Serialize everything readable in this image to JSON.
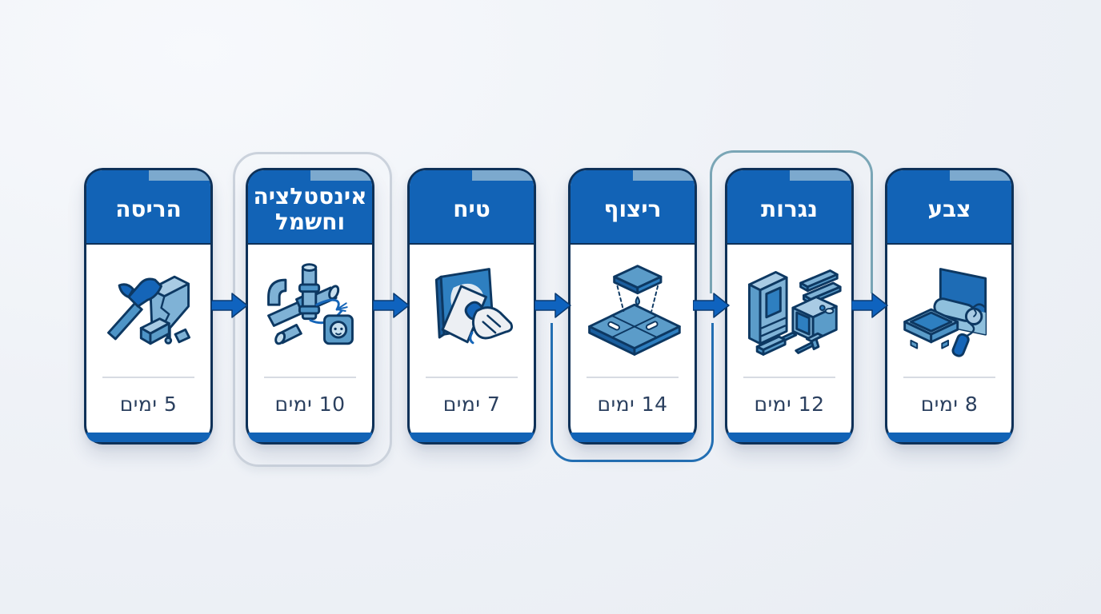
{
  "infographic": {
    "language": "he",
    "flow": {
      "direction": "left-to-right",
      "arrow_count": 5
    },
    "stages": [
      {
        "name": "הריסה",
        "duration": "5 ימים",
        "icon": "demolition-hammer-icon"
      },
      {
        "name": "אינסטלציה וחשמל",
        "duration": "10 ימים",
        "icon": "plumbing-electric-icon"
      },
      {
        "name": "טיח",
        "duration": "7 ימים",
        "icon": "plaster-trowel-icon"
      },
      {
        "name": "ריצוף",
        "duration": "14 ימים",
        "icon": "floor-tiling-icon"
      },
      {
        "name": "נגרות",
        "duration": "12 ימים",
        "icon": "carpentry-icon"
      },
      {
        "name": "צבע",
        "duration": "8 ימים",
        "icon": "paint-roller-icon"
      }
    ],
    "colors": {
      "header_blue": "#1263b6",
      "accent_strip": "#7ca9ce",
      "card_border_navy": "#0e3158",
      "arrow_blue": "#0f63bf",
      "duration_text": "#2b405f",
      "background": "#eff2f7",
      "outline_gray": "#cbd2dc",
      "outline_teal": "#7aa6b6",
      "outline_blue": "#2470b4"
    }
  }
}
